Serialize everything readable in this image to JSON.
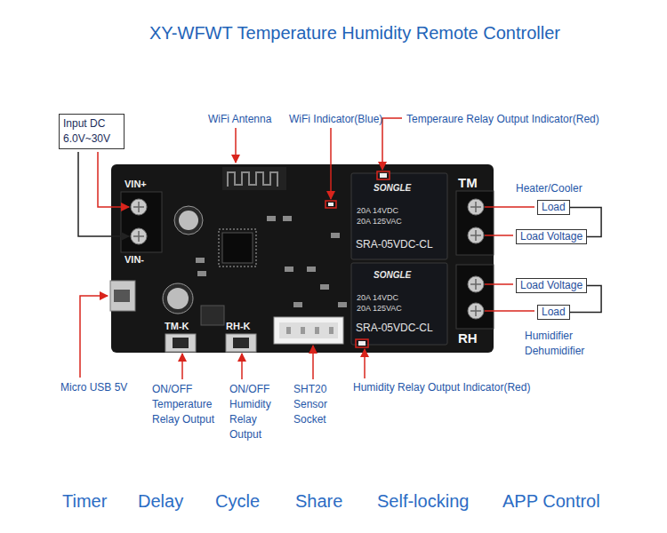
{
  "diagram": {
    "title": "XY-WFWT Temperature Humidity Remote Controller",
    "nodes": [
      {
        "text": [
          "Input DC 6.0V~30V"
        ]
      },
      {
        "text": [
          "Load"
        ]
      },
      {
        "text": [
          "Load Voltage"
        ]
      },
      {
        "text": [
          "Load Voltage"
        ]
      },
      {
        "text": [
          "Load"
        ]
      }
    ],
    "edges": [
      {
        "from": 1,
        "to": 2,
        "arrow": "none"
      },
      {
        "from": 3,
        "to": 4,
        "arrow": "none"
      }
    ],
    "labels": [
      "WiFi Antenna",
      "WiFi Indicator(Blue)",
      "Temperaure Relay Output Indicator(Red)",
      "Heater/Cooler",
      "Humidifier Dehumidifier",
      "Micro USB 5V",
      "ON/OFF Temperature Relay Output",
      "ON/OFF Humidity Relay Output",
      "SHT20 Sensor Socket",
      "Humidity Relay Output Indicator(Red)",
      "VIN+",
      "VIN-",
      "TM",
      "RH",
      "TM-K",
      "RH-K",
      "SONGLE",
      "20A 14VDC",
      "20A 125VAC",
      "SRA-05VDC-CL",
      "SONGLE",
      "20A 14VDC",
      "20A 125VAC",
      "SRA-05VDC-CL",
      "Timer",
      "Delay",
      "Cycle",
      "Share",
      "Self-locking",
      "APP Control"
    ]
  }
}
